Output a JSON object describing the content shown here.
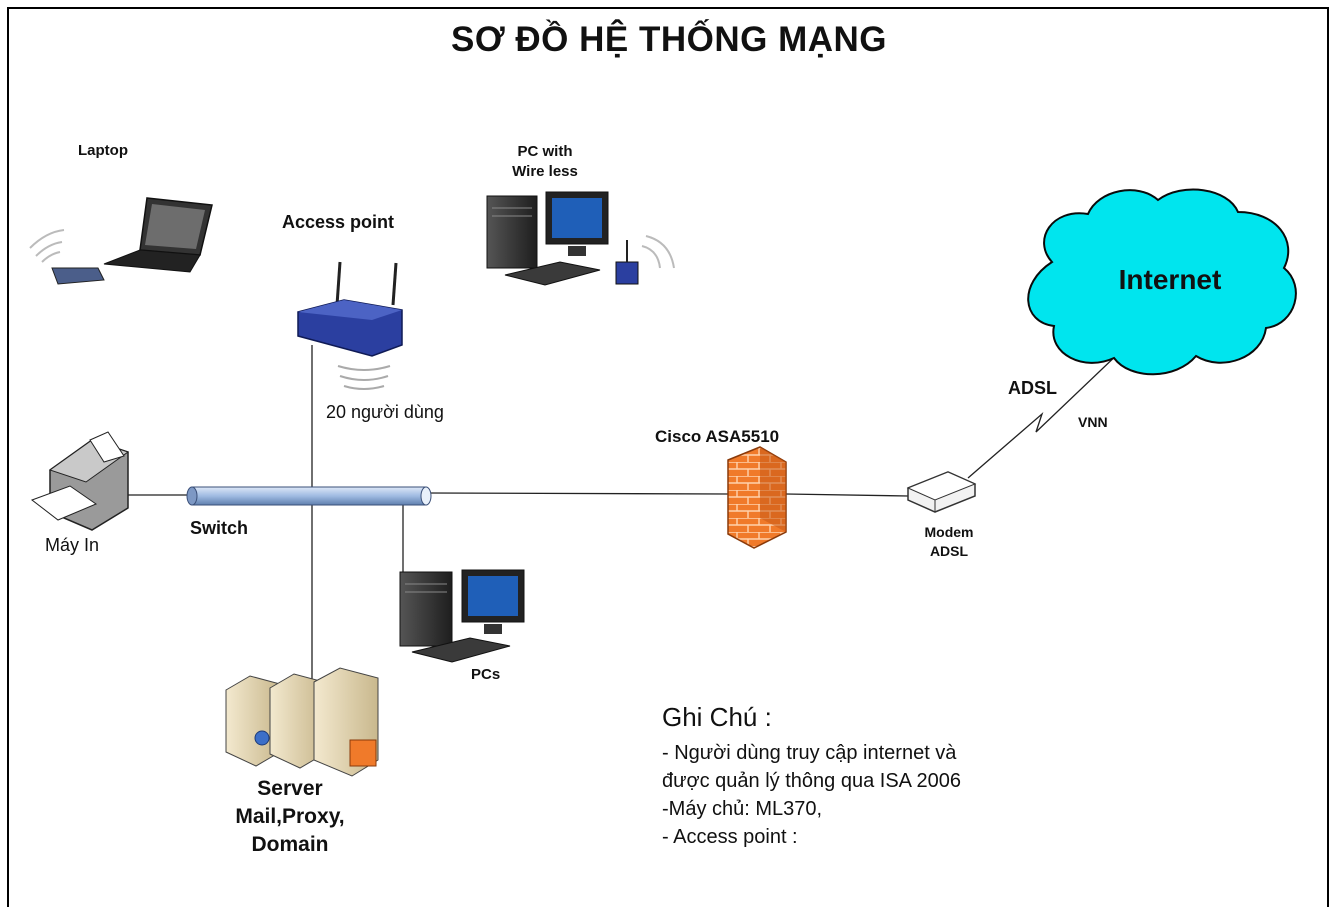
{
  "title": "SƠ ĐỒ HỆ THỐNG MẠNG",
  "labels": {
    "laptop": "Laptop",
    "pc_wireless": [
      "PC with",
      "Wire less"
    ],
    "access_point": "Access point",
    "ap_users": "20 người dùng",
    "printer": "Máy In",
    "switch": "Switch",
    "firewall": "Cisco ASA5510",
    "modem": [
      "Modem",
      "ADSL"
    ],
    "adsl": "ADSL",
    "vnn": "VNN",
    "internet": "Internet",
    "pcs": "PCs",
    "server": [
      "Server",
      "Mail,Proxy,",
      "Domain"
    ]
  },
  "notes": {
    "title": "Ghi Chú :",
    "lines": [
      "- Người dùng truy cập internet và",
      "được quản lý thông qua ISA 2006",
      "-Máy chủ: ML370,",
      "- Access point :"
    ]
  },
  "colors": {
    "cloud": "#00e5ee",
    "firewall": "#f07a2a",
    "switch": "#a9c3e6",
    "access_point": "#2b3fa0",
    "monitor_screen": "#1f5fb8"
  }
}
